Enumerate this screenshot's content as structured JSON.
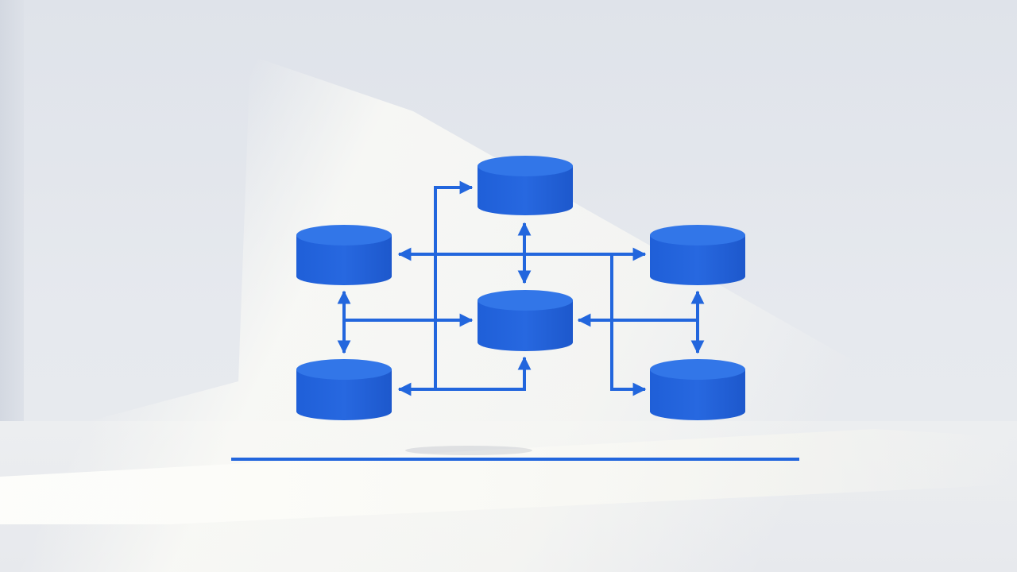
{
  "diagram": {
    "accent_color": "#2266dd",
    "node_icon": "database-cylinder-icon",
    "nodes": [
      "top-center",
      "middle-left",
      "center",
      "middle-right",
      "bottom-left",
      "bottom-right"
    ],
    "edges": [
      {
        "from": "middle-left",
        "to": "middle-right",
        "type": "bidirectional"
      },
      {
        "from": "top-center",
        "to": "center",
        "type": "bidirectional"
      },
      {
        "from": "middle-left",
        "to": "bottom-left",
        "type": "bidirectional"
      },
      {
        "from": "middle-right",
        "to": "bottom-right",
        "type": "bidirectional"
      },
      {
        "from": "left-branch",
        "to": "center",
        "type": "directed"
      },
      {
        "from": "right-branch",
        "to": "center",
        "type": "directed"
      },
      {
        "from": "trunk-left",
        "to": "top-center",
        "type": "directed"
      },
      {
        "from": "trunk-left",
        "to": "bottom-left",
        "type": "directed"
      },
      {
        "from": "trunk-left",
        "to": "center",
        "type": "directed"
      },
      {
        "from": "trunk-right",
        "to": "bottom-right",
        "type": "directed"
      }
    ]
  }
}
